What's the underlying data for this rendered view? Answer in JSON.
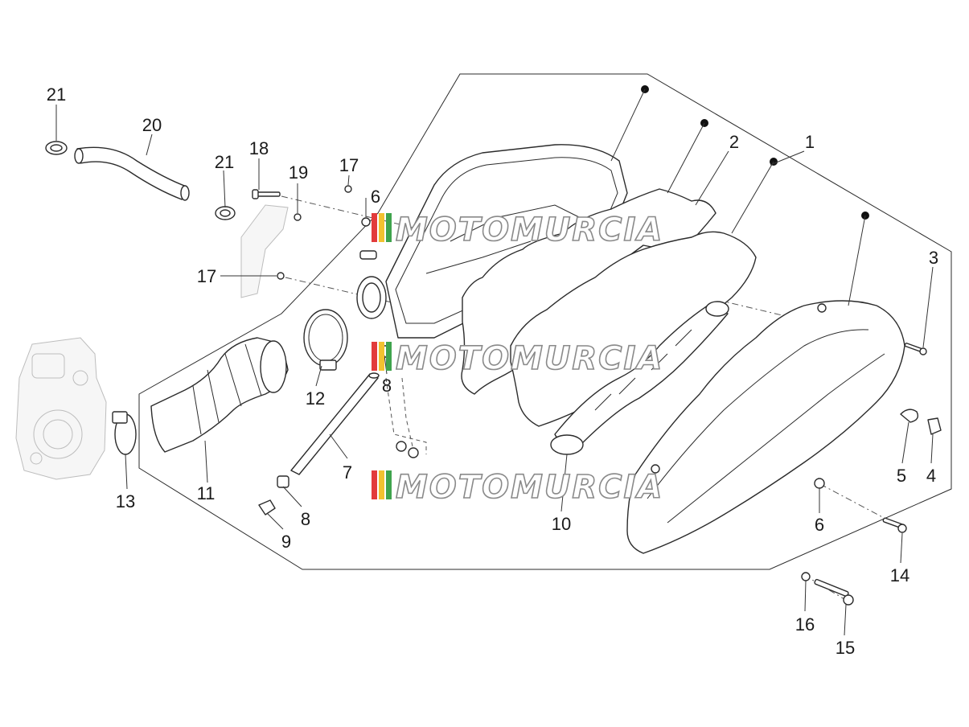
{
  "callouts": [
    {
      "id": "c1",
      "text": "1"
    },
    {
      "id": "c2",
      "text": "2"
    },
    {
      "id": "c3",
      "text": "3"
    },
    {
      "id": "c4",
      "text": "4"
    },
    {
      "id": "c5",
      "text": "5"
    },
    {
      "id": "c6a",
      "text": "6"
    },
    {
      "id": "c6b",
      "text": "6"
    },
    {
      "id": "c7",
      "text": "7"
    },
    {
      "id": "c8a",
      "text": "8"
    },
    {
      "id": "c8b",
      "text": "8"
    },
    {
      "id": "c9",
      "text": "9"
    },
    {
      "id": "c10",
      "text": "10"
    },
    {
      "id": "c11",
      "text": "11"
    },
    {
      "id": "c12",
      "text": "12"
    },
    {
      "id": "c13",
      "text": "13"
    },
    {
      "id": "c14",
      "text": "14"
    },
    {
      "id": "c15",
      "text": "15"
    },
    {
      "id": "c16",
      "text": "16"
    },
    {
      "id": "c17a",
      "text": "17"
    },
    {
      "id": "c17b",
      "text": "17"
    },
    {
      "id": "c18",
      "text": "18"
    },
    {
      "id": "c19",
      "text": "19"
    },
    {
      "id": "c20",
      "text": "20"
    },
    {
      "id": "c21a",
      "text": "21"
    },
    {
      "id": "c21b",
      "text": "21"
    }
  ],
  "watermark": {
    "text": "MOTOMURCIA",
    "colors": [
      "#e23b3b",
      "#f2c230",
      "#3fa34d"
    ]
  }
}
